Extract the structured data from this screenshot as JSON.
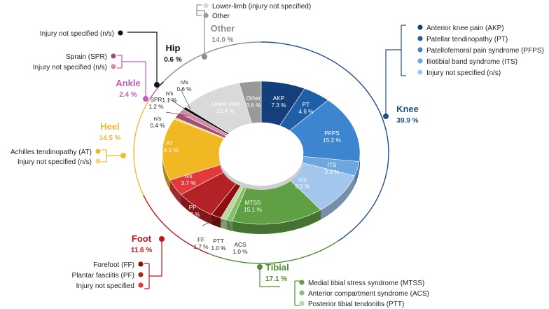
{
  "chart_data": {
    "type": "pie",
    "variant": "donut",
    "title": "",
    "categories": [
      {
        "name": "Knee",
        "total": "39.9 %",
        "color": "#1f4e8c",
        "legend": [
          {
            "label": "Anterior knee pain (AKP)",
            "color": "#143f7a"
          },
          {
            "label": "Patellar tendinopathy (PT)",
            "color": "#1f5fa8"
          },
          {
            "label": "Patellofemoral pain syndrome (PFPS)",
            "color": "#3d85cf"
          },
          {
            "label": "Iliotibial band syndrome (ITS)",
            "color": "#6ea6df"
          },
          {
            "label": "Injury not specified (n/s)",
            "color": "#a3c6ec"
          }
        ]
      },
      {
        "name": "Tibial",
        "total": "17.1 %",
        "color": "#4e8f32",
        "legend": [
          {
            "label": "Medial tibial stress syndrome (MTSS)",
            "color": "#5fa044"
          },
          {
            "label": "Anterior compartment syndrome (ACS)",
            "color": "#86bf6a"
          },
          {
            "label": "Posterior tibial tendonitis (PTT)",
            "color": "#b5d9a1"
          }
        ]
      },
      {
        "name": "Foot",
        "total": "11.6 %",
        "color": "#c0161b",
        "legend": [
          {
            "label": "Forefoot (FF)",
            "color": "#8e0d10"
          },
          {
            "label": "Plantar fasciitis (PF)",
            "color": "#b52226"
          },
          {
            "label": "Injury not specified",
            "color": "#e03a3e"
          }
        ]
      },
      {
        "name": "Heel",
        "total": "14.5 %",
        "color": "#f2bb2e",
        "legend": [
          {
            "label": "Achilles tendinopathy (AT)",
            "color": "#f2b824"
          },
          {
            "label": "Injury not specified (n/s)",
            "color": "#f7d479"
          }
        ]
      },
      {
        "name": "Ankle",
        "total": "2.4 %",
        "color": "#c25bbd",
        "legend": [
          {
            "label": "Sprain (SPR)",
            "color": "#a24e77"
          },
          {
            "label": "Injury not specified (n/s)",
            "color": "#d48aa9"
          }
        ]
      },
      {
        "name": "Hip",
        "total": "0.6 %",
        "color": "#111111",
        "legend": [
          {
            "label": "Injury not specified (n/s)",
            "color": "#111111"
          }
        ]
      },
      {
        "name": "Other",
        "total": "14.0 %",
        "color": "#8c8c8c",
        "legend": [
          {
            "label": "Lower-limb (injury not specified)",
            "color": "#d9d9d9"
          },
          {
            "label": "Other",
            "color": "#999999"
          }
        ]
      }
    ],
    "slices": [
      {
        "label": "AKP",
        "value": 7.3,
        "text": "7.3 %",
        "color": "#143f7a",
        "group": "Knee"
      },
      {
        "label": "PT",
        "value": 4.6,
        "text": "4.6 %",
        "color": "#1f5fa8",
        "group": "Knee"
      },
      {
        "label": "PFPS",
        "value": 15.2,
        "text": "15.2 %",
        "color": "#3d85cf",
        "group": "Knee"
      },
      {
        "label": "ITS",
        "value": 3.3,
        "text": "3.3 %",
        "color": "#6ea6df",
        "group": "Knee"
      },
      {
        "label": "n/s",
        "value": 9.5,
        "text": "9.5 %",
        "color": "#a3c6ec",
        "group": "Knee"
      },
      {
        "label": "ACS",
        "value": 1.0,
        "text": "1.0 %",
        "color": "#86bf6a",
        "group": "Tibial"
      },
      {
        "label": "PTT",
        "value": 1.0,
        "text": "1.0 %",
        "color": "#b5d9a1",
        "group": "Tibial"
      },
      {
        "label": "MTSS",
        "value": 15.1,
        "text": "15.1 %",
        "color": "#5fa044",
        "group": "Tibial"
      },
      {
        "label": "FF",
        "value": 1.7,
        "text": "1.7 %",
        "color": "#8e0d10",
        "group": "Foot"
      },
      {
        "label": "PF",
        "value": 6.7,
        "text": "6.7 %",
        "color": "#b52226",
        "group": "Foot"
      },
      {
        "label": "n/s",
        "value": 3.7,
        "text": "3.7 %",
        "color": "#e03a3e",
        "group": "Foot"
      },
      {
        "label": "AT",
        "value": 14.1,
        "text": "14.1 %",
        "color": "#f2b824",
        "group": "Heel"
      },
      {
        "label": "n/s",
        "value": 0.4,
        "text": "0.4 %",
        "color": "#f7d479",
        "group": "Heel"
      },
      {
        "label": "SPR",
        "value": 1.2,
        "text": "1.2 %",
        "color": "#a24e77",
        "group": "Ankle"
      },
      {
        "label": "n/s",
        "value": 1.1,
        "text": "1.1 %",
        "color": "#d48aa9",
        "group": "Ankle"
      },
      {
        "label": "n/s",
        "value": 0.6,
        "text": "0.6 %",
        "color": "#111111",
        "group": "Hip"
      },
      {
        "label": "Lower-limb",
        "value": 10.4,
        "text": "10.4 %",
        "color": "#d9d9d9",
        "group": "Other"
      },
      {
        "label": "Other",
        "value": 3.6,
        "text": "3.6 %",
        "color": "#999999",
        "group": "Other"
      }
    ]
  }
}
